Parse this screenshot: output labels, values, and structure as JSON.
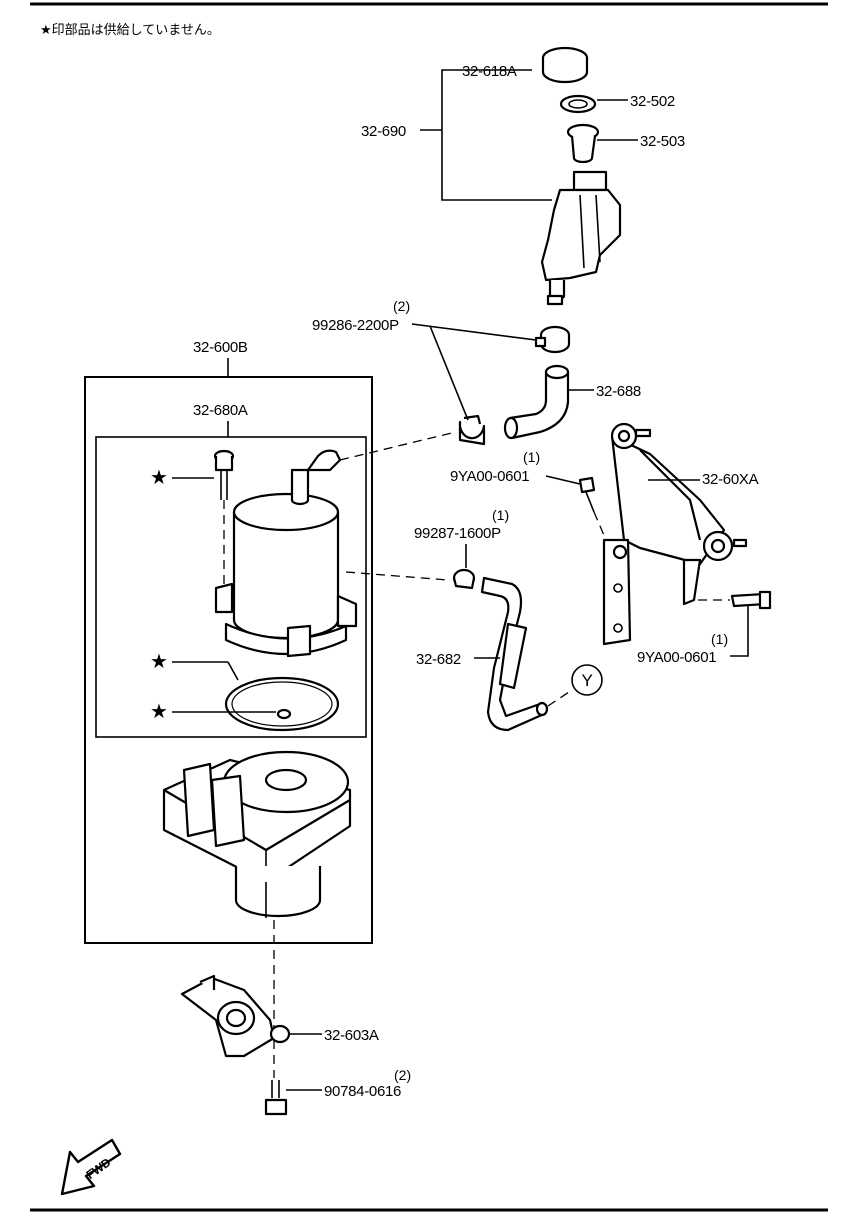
{
  "note": {
    "text": "★印部品は供給していません。"
  },
  "labels": {
    "p32_618A": "32-618A",
    "p32_502": "32-502",
    "p32_503": "32-503",
    "p32_690": "32-690",
    "p99286_qty": "(2)",
    "p99286": "99286-2200P",
    "p32_600B": "32-600B",
    "p32_688": "32-688",
    "p32_680A": "32-680A",
    "p9YA00_top_qty": "(1)",
    "p9YA00_top": "9YA00-0601",
    "p32_60XA": "32-60XA",
    "p99287_qty": "(1)",
    "p99287": "99287-1600P",
    "p9YA00_right_qty": "(1)",
    "p9YA00_right": "9YA00-0601",
    "p32_682": "32-682",
    "ref_Y": "Y",
    "p32_603A": "32-603A",
    "p90784_qty": "(2)",
    "p90784": "90784-0616",
    "fwd": "FWD"
  },
  "star_markers": [
    "★",
    "★",
    "★"
  ]
}
